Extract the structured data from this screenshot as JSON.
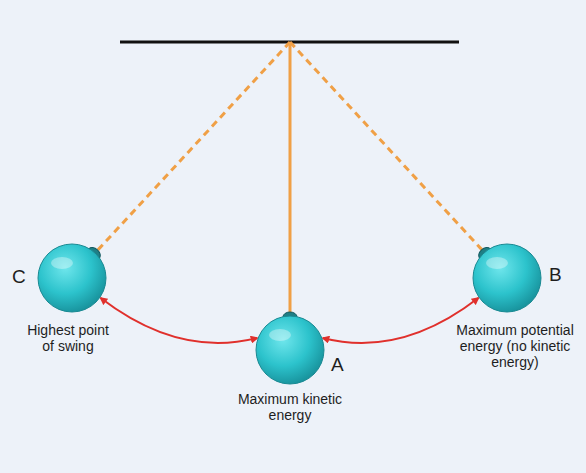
{
  "diagram": {
    "nodes": [
      {
        "text": [
          "C",
          "Highest point of swing"
        ]
      },
      {
        "text": [
          "A",
          "Maximum kinetic energy"
        ]
      },
      {
        "text": [
          "B",
          "Maximum potential energy (no kinetic energy)"
        ]
      }
    ],
    "edges": [
      {
        "from": 0,
        "to": 1,
        "arrow": "both"
      },
      {
        "from": 1,
        "to": 2,
        "arrow": "both"
      }
    ]
  }
}
